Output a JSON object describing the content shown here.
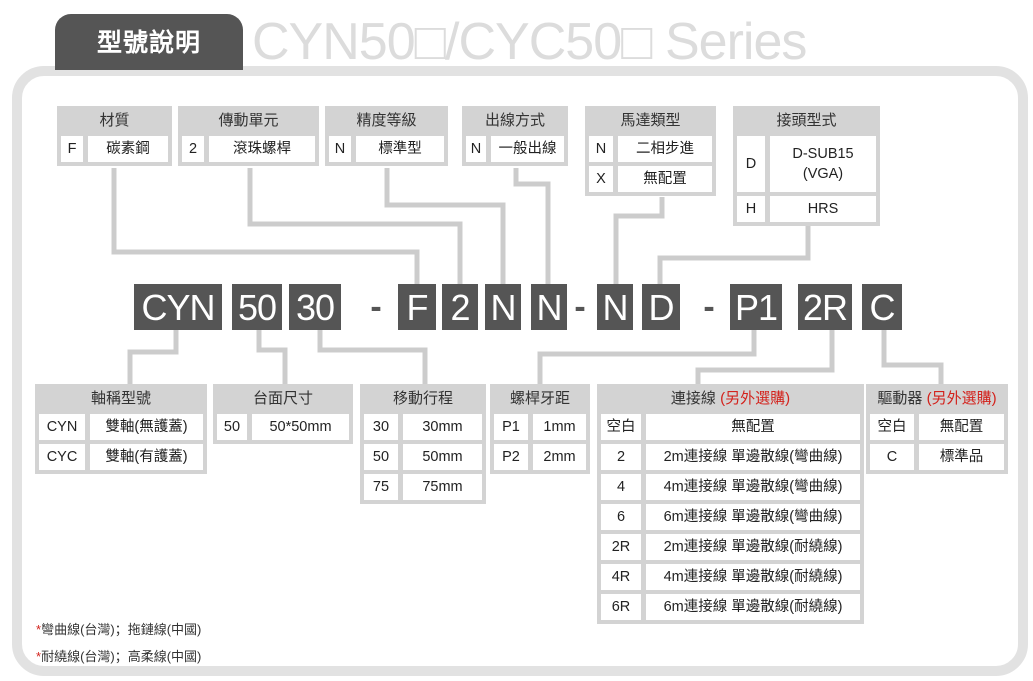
{
  "header": {
    "tab_label": "型號說明",
    "series_title": "CYN50□/CYC50□ Series"
  },
  "top_groups": [
    {
      "title": "材質",
      "rows": [
        {
          "code": "F",
          "desc": "碳素鋼"
        }
      ]
    },
    {
      "title": "傳動單元",
      "rows": [
        {
          "code": "2",
          "desc": "滾珠螺桿"
        }
      ]
    },
    {
      "title": "精度等級",
      "rows": [
        {
          "code": "N",
          "desc": "標準型"
        }
      ]
    },
    {
      "title": "出線方式",
      "rows": [
        {
          "code": "N",
          "desc": "一般出線"
        }
      ]
    },
    {
      "title": "馬達類型",
      "rows": [
        {
          "code": "N",
          "desc": "二相步進"
        },
        {
          "code": "X",
          "desc": "無配置"
        }
      ]
    },
    {
      "title": "接頭型式",
      "rows": [
        {
          "code": "D",
          "desc": "D-SUB15",
          "desc2": "(VGA)"
        },
        {
          "code": "H",
          "desc": "HRS"
        }
      ]
    }
  ],
  "code_segments": [
    "CYN",
    "50",
    "30",
    "-",
    "F",
    "2",
    "N",
    "N",
    "-",
    "N",
    "D",
    "-",
    "P1",
    "2R",
    "C"
  ],
  "bottom_groups": [
    {
      "title": "軸稱型號",
      "rows": [
        {
          "code": "CYN",
          "desc": "雙軸(無護蓋)"
        },
        {
          "code": "CYC",
          "desc": "雙軸(有護蓋)"
        }
      ]
    },
    {
      "title": "台面尺寸",
      "rows": [
        {
          "code": "50",
          "desc": "50*50mm"
        }
      ]
    },
    {
      "title": "移動行程",
      "rows": [
        {
          "code": "30",
          "desc": "30mm"
        },
        {
          "code": "50",
          "desc": "50mm"
        },
        {
          "code": "75",
          "desc": "75mm"
        }
      ]
    },
    {
      "title": "螺桿牙距",
      "rows": [
        {
          "code": "P1",
          "desc": "1mm"
        },
        {
          "code": "P2",
          "desc": "2mm"
        }
      ]
    },
    {
      "title": "連接線",
      "note": "(另外選購)",
      "rows": [
        {
          "code": "空白",
          "desc": "無配置"
        },
        {
          "code": "2",
          "desc": "2m連接線 單邊散線(彎曲線)"
        },
        {
          "code": "4",
          "desc": "4m連接線 單邊散線(彎曲線)"
        },
        {
          "code": "6",
          "desc": "6m連接線 單邊散線(彎曲線)"
        },
        {
          "code": "2R",
          "desc": "2m連接線 單邊散線(耐繞線)"
        },
        {
          "code": "4R",
          "desc": "4m連接線 單邊散線(耐繞線)"
        },
        {
          "code": "6R",
          "desc": "6m連接線 單邊散線(耐繞線)"
        }
      ]
    },
    {
      "title": "驅動器",
      "note": "(另外選購)",
      "rows": [
        {
          "code": "空白",
          "desc": "無配置"
        },
        {
          "code": "C",
          "desc": "標準品"
        }
      ]
    }
  ],
  "footnotes": [
    {
      "mark": "*",
      "text": "彎曲線(台灣)；拖鏈線(中國)"
    },
    {
      "mark": "*",
      "text": "耐繞線(台灣)；高柔線(中國)"
    }
  ],
  "colors": {
    "dark": "#555555",
    "panel": "#d3d3d3",
    "line": "#cccccc",
    "accent_red": "#d3221c"
  }
}
